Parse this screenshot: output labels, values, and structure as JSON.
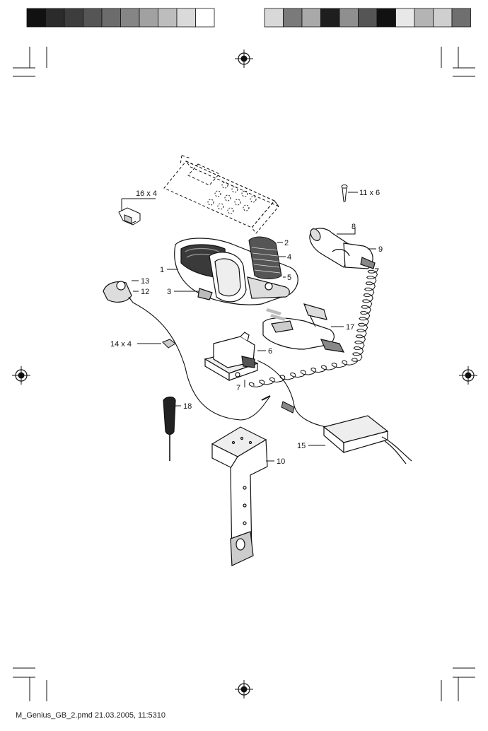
{
  "colors": {
    "ink": "#111111",
    "bar_left": [
      "#111111",
      "#2b2b2b",
      "#3d3d3d",
      "#555555",
      "#6c6c6c",
      "#858585",
      "#a1a1a1",
      "#bdbdbd",
      "#dadada",
      "#ffffff"
    ],
    "bar_right": [
      "#d8d8d8",
      "#7a7a7a",
      "#a9a9a9",
      "#1e1e1e",
      "#8f8f8f",
      "#555555",
      "#111111",
      "#e8e8e8",
      "#b4b4b4",
      "#cfcfcf",
      "#6f6f6f"
    ]
  },
  "icons": [
    "registration-mark-icon",
    "phone-outline-icon",
    "screwdriver-icon",
    "screw-icon"
  ],
  "labels": {
    "l1": "1",
    "l2": "2",
    "l3": "3",
    "l4": "4",
    "l5": "5",
    "l6": "6",
    "l7": "7",
    "l8": "8",
    "l9": "9",
    "l10": "10",
    "l11": "11 x 6",
    "l12": "12",
    "l13": "13",
    "l14": "14 x 4",
    "l15": "15",
    "l16": "16 x 4",
    "l17": "17",
    "l18": "18"
  },
  "footer": {
    "text": "M_Genius_GB_2.pmd 21.03.2005, 11:5310"
  }
}
